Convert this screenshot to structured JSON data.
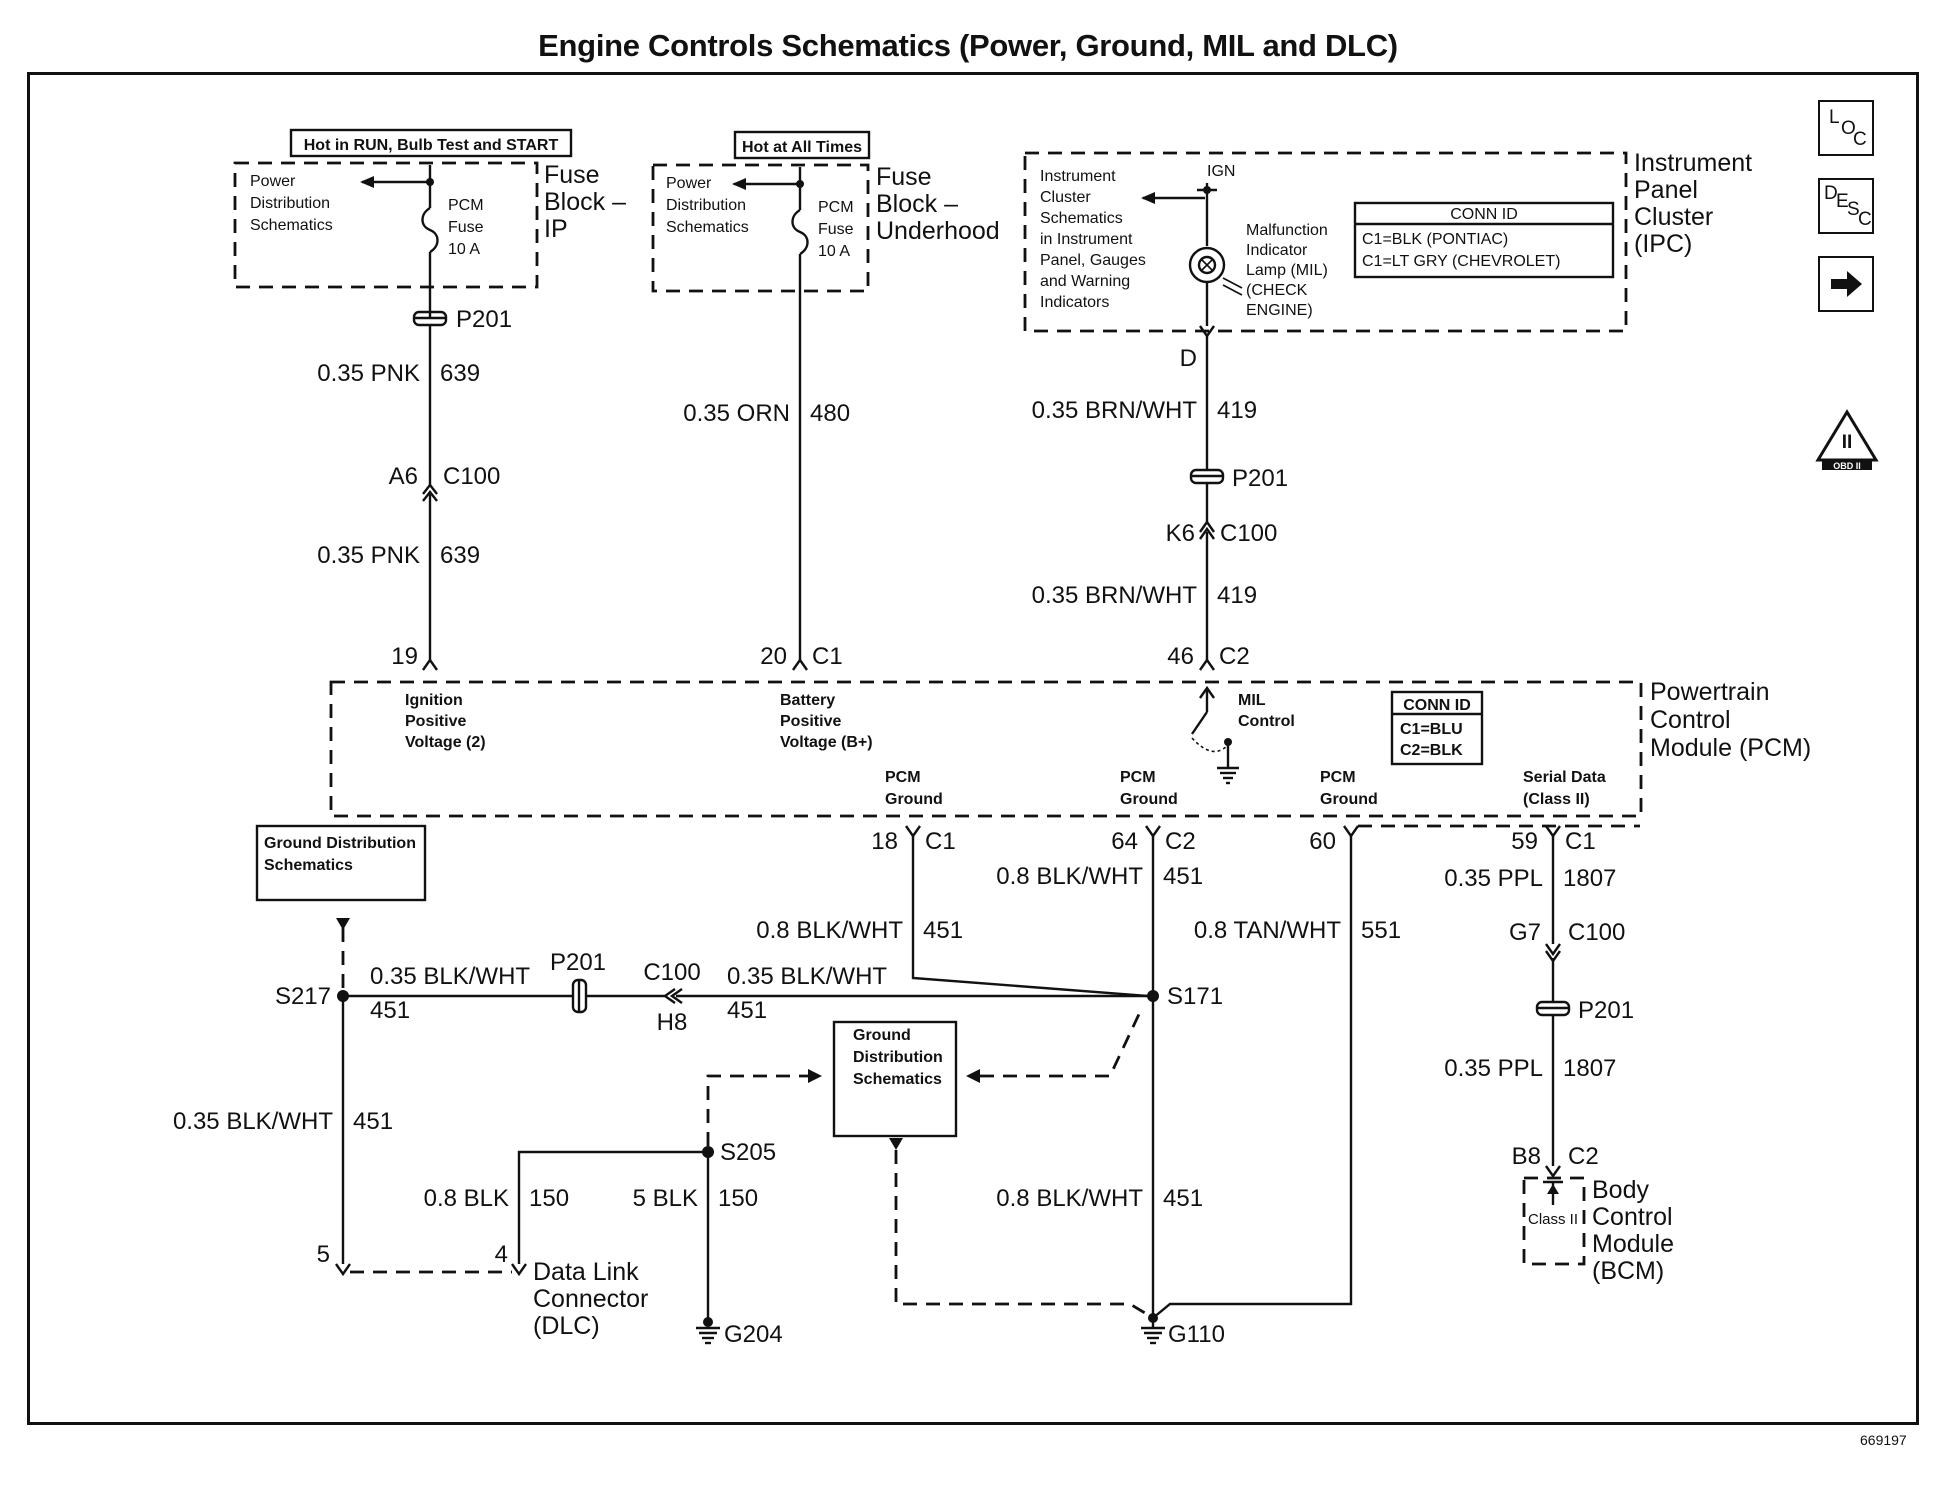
{
  "title": "Engine Controls Schematics (Power, Ground, MIL and DLC)",
  "doc_number": "669197",
  "nav": {
    "loc": [
      "L",
      "O",
      "C"
    ],
    "desc": [
      "D",
      "E",
      "S",
      "C"
    ],
    "next_icon": "arrow-right-icon",
    "obd_badge": [
      "II",
      "OBD II"
    ]
  },
  "fuse_ip": {
    "hot_label": "Hot in RUN, Bulb Test and START",
    "schem": [
      "Power",
      "Distribution",
      "Schematics"
    ],
    "fuse": [
      "PCM",
      "Fuse",
      "10 A"
    ],
    "name": [
      "Fuse",
      "Block –",
      "IP"
    ]
  },
  "fuse_uh": {
    "hot_label": "Hot at All Times",
    "schem": [
      "Power",
      "Distribution",
      "Schematics"
    ],
    "fuse": [
      "PCM",
      "Fuse",
      "10 A"
    ],
    "name": [
      "Fuse",
      "Block –",
      "Underhood"
    ]
  },
  "ipc": {
    "schem": [
      "Instrument",
      "Cluster",
      "Schematics",
      "in Instrument",
      "Panel, Gauges",
      "and Warning",
      "Indicators"
    ],
    "ign": "IGN",
    "mil": [
      "Malfunction",
      "Indicator",
      "Lamp (MIL)",
      "(CHECK",
      "ENGINE)"
    ],
    "conn_title": "CONN ID",
    "conn": [
      "C1=BLK (PONTIAC)",
      "C1=LT GRY (CHEVROLET)"
    ],
    "name": [
      "Instrument",
      "Panel",
      "Cluster",
      "(IPC)"
    ],
    "pin": "D"
  },
  "pcm": {
    "name": [
      "Powertrain",
      "Control",
      "Module (PCM)"
    ],
    "ign_pos": [
      "Ignition",
      "Positive",
      "Voltage (2)"
    ],
    "batt_pos": [
      "Battery",
      "Positive",
      "Voltage (B+)"
    ],
    "mil_ctrl": [
      "MIL",
      "Control"
    ],
    "conn_title": "CONN ID",
    "conn": [
      "C1=BLU",
      "C2=BLK"
    ],
    "ground": [
      "PCM",
      "Ground"
    ],
    "serial": [
      "Serial Data",
      "(Class II)"
    ],
    "pins_top": [
      {
        "pin": "19",
        "conn": ""
      },
      {
        "pin": "20",
        "conn": "C1"
      },
      {
        "pin": "46",
        "conn": "C2"
      }
    ],
    "pins_bottom": [
      {
        "pin": "18",
        "conn": "C1"
      },
      {
        "pin": "64",
        "conn": "C2"
      },
      {
        "pin": "60",
        "conn": ""
      },
      {
        "pin": "59",
        "conn": "C1"
      }
    ]
  },
  "wires": {
    "pnk1": {
      "size": "0.35 PNK",
      "circuit": "639"
    },
    "pnk2": {
      "size": "0.35 PNK",
      "circuit": "639"
    },
    "orn": {
      "size": "0.35 ORN",
      "circuit": "480"
    },
    "brn1": {
      "size": "0.35 BRN/WHT",
      "circuit": "419"
    },
    "brn2": {
      "size": "0.35 BRN/WHT",
      "circuit": "419"
    },
    "blk18": {
      "size": "0.8 BLK/WHT",
      "circuit": "451"
    },
    "blk64": {
      "size": "0.8 BLK/WHT",
      "circuit": "451"
    },
    "tan": {
      "size": "0.8 TAN/WHT",
      "circuit": "551"
    },
    "ppl1": {
      "size": "0.35 PPL",
      "circuit": "1807"
    },
    "ppl2": {
      "size": "0.35 PPL",
      "circuit": "1807"
    },
    "h_left": {
      "size": "0.35 BLK/WHT",
      "circuit": "451"
    },
    "h_right": {
      "size": "0.35 BLK/WHT",
      "circuit": "451"
    },
    "s217_down": {
      "size": "0.35 BLK/WHT",
      "circuit": "451"
    },
    "blk_dlc": {
      "size": "0.8 BLK",
      "circuit": "150"
    },
    "blk_g204": {
      "size": "5 BLK",
      "circuit": "150"
    },
    "blk_g110": {
      "size": "0.8 BLK/WHT",
      "circuit": "451"
    }
  },
  "connectors": {
    "p201": "P201",
    "c100": "C100",
    "a6": "A6",
    "k6": "K6",
    "g7": "G7",
    "h8": "H8",
    "b8": "B8",
    "c2": "C2"
  },
  "splices": {
    "s217": "S217",
    "s171": "S171",
    "s205": "S205"
  },
  "grounds": {
    "g204": "G204",
    "g110": "G110"
  },
  "gnd_schem": [
    "Ground Distribution",
    "Schematics"
  ],
  "gnd_schem2": [
    "Ground",
    "Distribution",
    "Schematics"
  ],
  "dlc": {
    "name": [
      "Data Link",
      "Connector",
      "(DLC)"
    ],
    "pin5": "5",
    "pin4": "4"
  },
  "bcm": {
    "name": [
      "Body",
      "Control",
      "Module",
      "(BCM)"
    ],
    "class": "Class II"
  }
}
